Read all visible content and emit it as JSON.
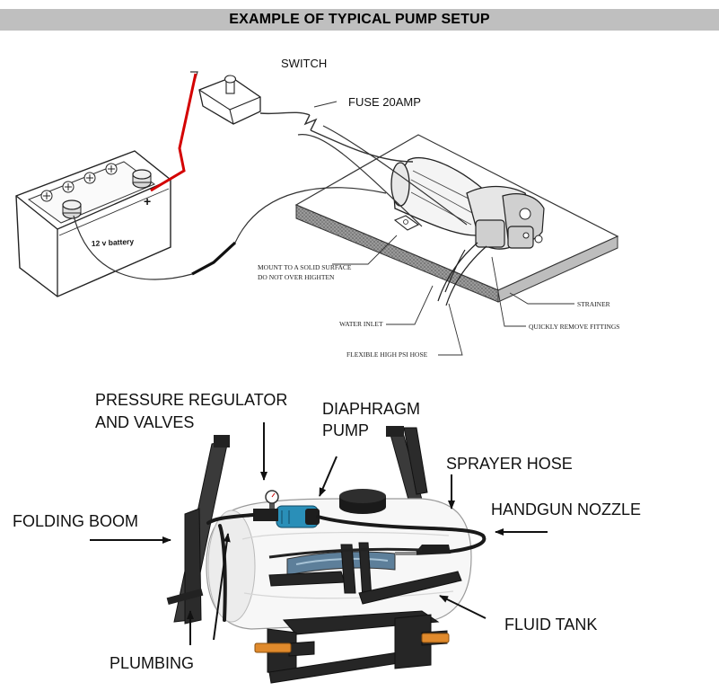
{
  "header": {
    "title": "EXAMPLE OF TYPICAL PUMP SETUP"
  },
  "wiring": {
    "switch": "SWITCH",
    "fuse": "FUSE 20AMP",
    "battery": "12 v battery",
    "plus_sign": "+",
    "mount_line1": "MOUNT TO A SOLID SURFACE",
    "mount_line2": "DO NOT OVER HIGHTEN",
    "strainer": "STRAINER",
    "water_inlet": "WATER INLET",
    "quick_fittings": "QUICKLY REMOVE FITTINGS",
    "flexible_hose": "FLEXIBLE HIGH PSI HOSE",
    "wire_color": "#d40000"
  },
  "sprayer": {
    "pressure_line1": "PRESSURE REGULATOR",
    "pressure_line2": "AND VALVES",
    "diaphragm_line1": "DIAPHRAGM",
    "diaphragm_line2": "PUMP",
    "sprayer_hose": "SPRAYER HOSE",
    "handgun_nozzle": "HANDGUN NOZZLE",
    "folding_boom": "FOLDING BOOM",
    "fluid_tank": "FLUID TANK",
    "plumbing": "PLUMBING",
    "pump_color": "#2a8fb8"
  }
}
